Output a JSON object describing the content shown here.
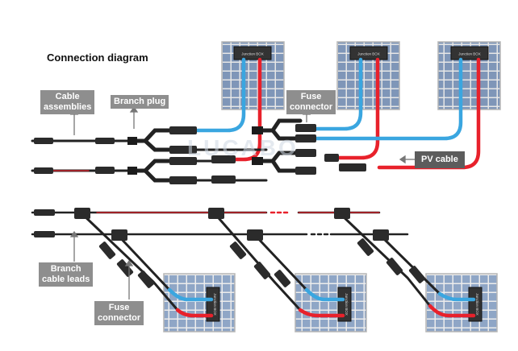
{
  "title": "Connection diagram",
  "labels": {
    "cable_assemblies": "Cable\nassemblies",
    "branch_plug": "Branch plug",
    "fuse_connector_top": "Fuse\nconnector",
    "pv_cable": "PV cable",
    "branch_cable_leads": "Branch\ncable leads",
    "fuse_connector_bottom": "Fuse\nconnector"
  },
  "panel_label": "Junction BOX",
  "watermark": "LUCABO",
  "colors": {
    "positive": "#e8212b",
    "negative": "#3aa6e0",
    "cell": "#7f96b8",
    "panel_frame": "#c8c8c8",
    "label_bg": "#8e8e8e",
    "label_dark": "#5c5c5c"
  }
}
